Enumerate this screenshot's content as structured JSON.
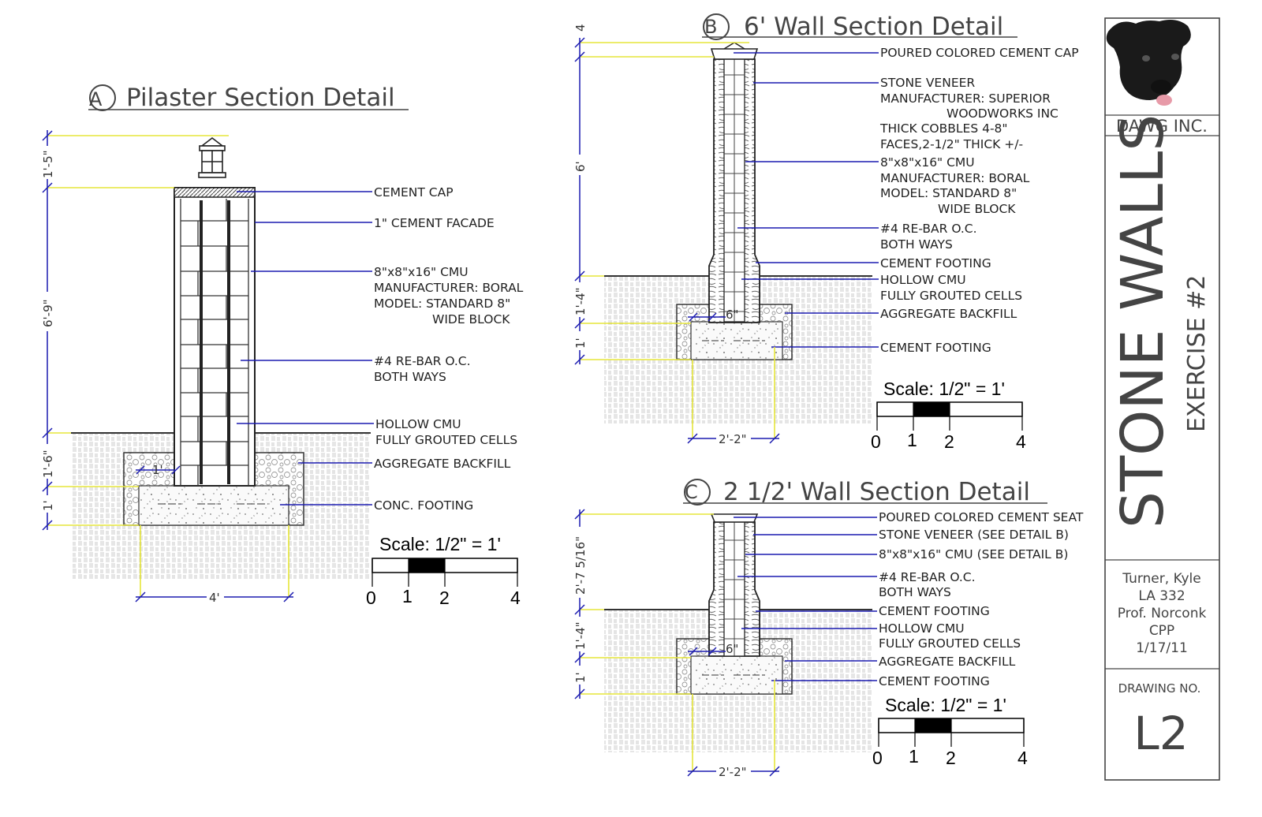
{
  "colors": {
    "leader": "#1b1bb0",
    "dimension": "#e6e63a",
    "ink": "#222222",
    "hatch": "#b8b8b8"
  },
  "details": {
    "a": {
      "letter": "A",
      "title": "Pilaster Section Detail",
      "labels": [
        "CEMENT CAP",
        "1\" CEMENT FACADE",
        "8\"x8\"x16\" CMU",
        "MANUFACTURER: BORAL",
        "MODEL: STANDARD 8\"",
        "WIDE BLOCK",
        "#4 RE-BAR O.C.",
        "BOTH WAYS",
        "HOLLOW CMU",
        "FULLY GROUTED CELLS",
        "AGGREGATE BACKFILL",
        "CONC. FOOTING"
      ],
      "dims": {
        "top": "1'-5\"",
        "wall": "6'-9\"",
        "below": "1'-6\"",
        "footing": "1'",
        "inner": "1'",
        "width": "4'"
      }
    },
    "b": {
      "letter": "B",
      "title": "6' Wall Section Detail",
      "labels": [
        "POURED COLORED CEMENT CAP",
        "STONE VENEER",
        "MANUFACTURER: SUPERIOR",
        "WOODWORKS INC",
        "THICK COBBLES 4-8\"",
        "FACES,2-1/2\" THICK +/-",
        "8\"x8\"x16\" CMU",
        "MANUFACTURER: BORAL",
        "MODEL: STANDARD 8\"",
        "WIDE BLOCK",
        "#4 RE-BAR O.C.",
        "BOTH WAYS",
        "CEMENT FOOTING",
        "HOLLOW CMU",
        "FULLY GROUTED CELLS",
        "AGGREGATE BACKFILL",
        "CEMENT FOOTING"
      ],
      "dims": {
        "top": "4",
        "wall": "6'",
        "below": "1'-4\"",
        "footing": "1'",
        "inner": "6\"",
        "width": "2'-2\""
      }
    },
    "c": {
      "letter": "C",
      "title": "2 1/2' Wall Section Detail",
      "labels": [
        "POURED COLORED CEMENT SEAT",
        "STONE VENEER (SEE DETAIL B)",
        "8\"x8\"x16\" CMU (SEE DETAIL B)",
        "#4 RE-BAR O.C.",
        "BOTH WAYS",
        "CEMENT FOOTING",
        "HOLLOW CMU",
        "FULLY GROUTED CELLS",
        "AGGREGATE BACKFILL",
        "CEMENT FOOTING"
      ],
      "dims": {
        "wall": "2'-7 5/16\"",
        "below": "1'-4\"",
        "footing": "1'",
        "inner": "6\"",
        "width": "2'-2\""
      }
    }
  },
  "scale": {
    "label": "Scale: 1/2\" = 1'",
    "ticks": [
      "0",
      "1",
      "2",
      "4"
    ]
  },
  "title_block": {
    "company": "DAWG INC.",
    "project": "STONE WALLS",
    "exercise": "EXERCISE #2",
    "info": [
      "Turner, Kyle",
      "LA 332",
      "Prof. Norconk",
      "CPP",
      "1/17/11"
    ],
    "drawing_no_label": "DRAWING NO.",
    "drawing_no": "L2",
    "logo": "dog-head-icon"
  }
}
